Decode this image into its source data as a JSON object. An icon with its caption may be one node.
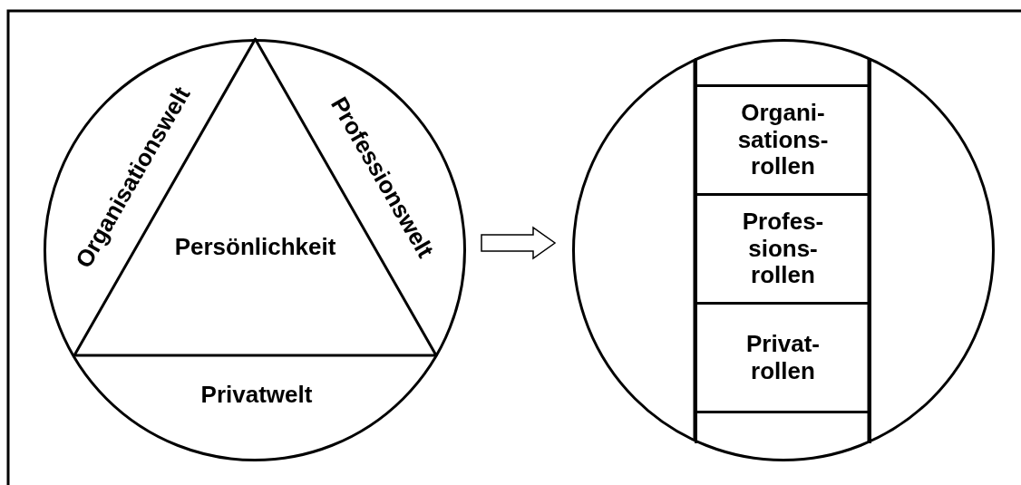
{
  "diagram": {
    "nodes": [
      {
        "text": [],
        "shape": "circle"
      },
      {
        "text": [
          "Organisationswelt"
        ],
        "in": 0
      },
      {
        "text": [
          "Professionswelt"
        ],
        "in": 0
      },
      {
        "text": [
          "Persönlichkeit"
        ],
        "in": 0
      },
      {
        "text": [
          "Privatwelt"
        ],
        "in": 0
      },
      {
        "text": [],
        "shape": "circle"
      },
      {
        "text": [],
        "shape": "box",
        "in": 5
      },
      {
        "text": [
          "Organi- sations- rollen"
        ],
        "in": 5
      },
      {
        "text": [
          "Profes- sions- rollen"
        ],
        "in": 5
      },
      {
        "text": [
          "Privat- rollen"
        ],
        "in": 5
      },
      {
        "text": [],
        "shape": "box",
        "in": 5
      }
    ],
    "edges": [
      {
        "from": 0,
        "to": 5,
        "arrow": "to"
      }
    ]
  }
}
